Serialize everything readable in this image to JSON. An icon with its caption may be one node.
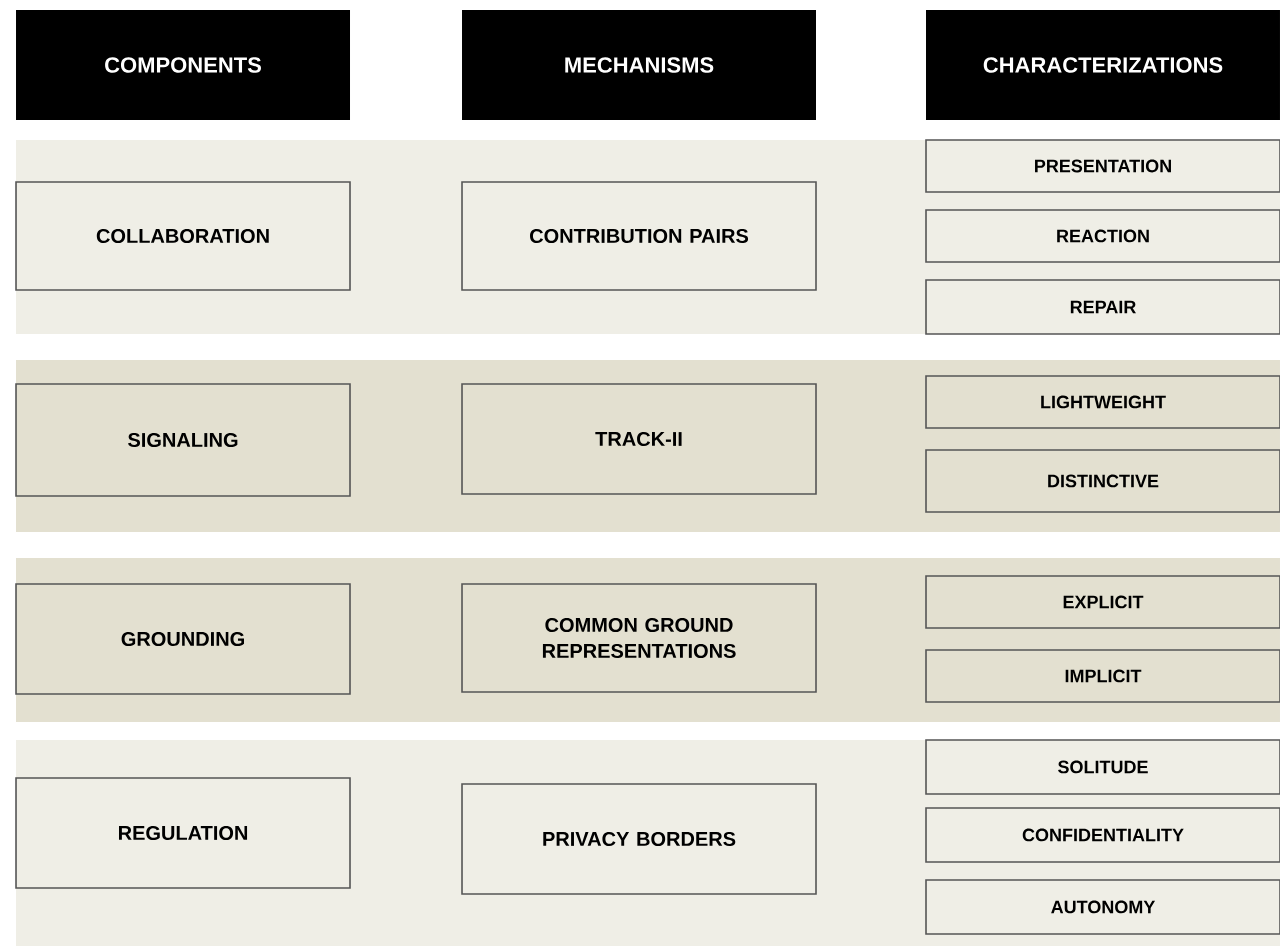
{
  "diagram": {
    "nodes": [
      {
        "text": [
          "COMPONENTS"
        ]
      },
      {
        "text": [
          "MECHANISMS"
        ]
      },
      {
        "text": [
          "CHARACTERIZATIONS"
        ]
      },
      {
        "text": [],
        "shape": "band"
      },
      {
        "text": [
          "COLLABORATION"
        ],
        "in": 3
      },
      {
        "text": [
          "CONTRIBUTION PAIRS"
        ],
        "in": 3
      },
      {
        "text": [
          "PRESENTATION"
        ],
        "in": 3
      },
      {
        "text": [
          "REACTION"
        ],
        "in": 3
      },
      {
        "text": [
          "REPAIR"
        ],
        "in": 3
      },
      {
        "text": [],
        "shape": "band"
      },
      {
        "text": [
          "SIGNALING"
        ],
        "in": 9
      },
      {
        "text": [
          "TRACK-II"
        ],
        "in": 9
      },
      {
        "text": [
          "LIGHTWEIGHT"
        ],
        "in": 9
      },
      {
        "text": [
          "DISTINCTIVE"
        ],
        "in": 9
      },
      {
        "text": [],
        "shape": "band"
      },
      {
        "text": [
          "GROUNDING"
        ],
        "in": 14
      },
      {
        "text": [
          "COMMON GROUND REPRESENTATIONS"
        ],
        "in": 14
      },
      {
        "text": [
          "EXPLICIT"
        ],
        "in": 14
      },
      {
        "text": [
          "IMPLICIT"
        ],
        "in": 14
      },
      {
        "text": [],
        "shape": "band"
      },
      {
        "text": [
          "REGULATION"
        ],
        "in": 19
      },
      {
        "text": [
          "PRIVACY BORDERS"
        ],
        "in": 19
      },
      {
        "text": [
          "SOLITUDE"
        ],
        "in": 19
      },
      {
        "text": [
          "CONFIDENTIALITY"
        ],
        "in": 19
      },
      {
        "text": [
          "AUTONOMY"
        ],
        "in": 19
      }
    ]
  }
}
